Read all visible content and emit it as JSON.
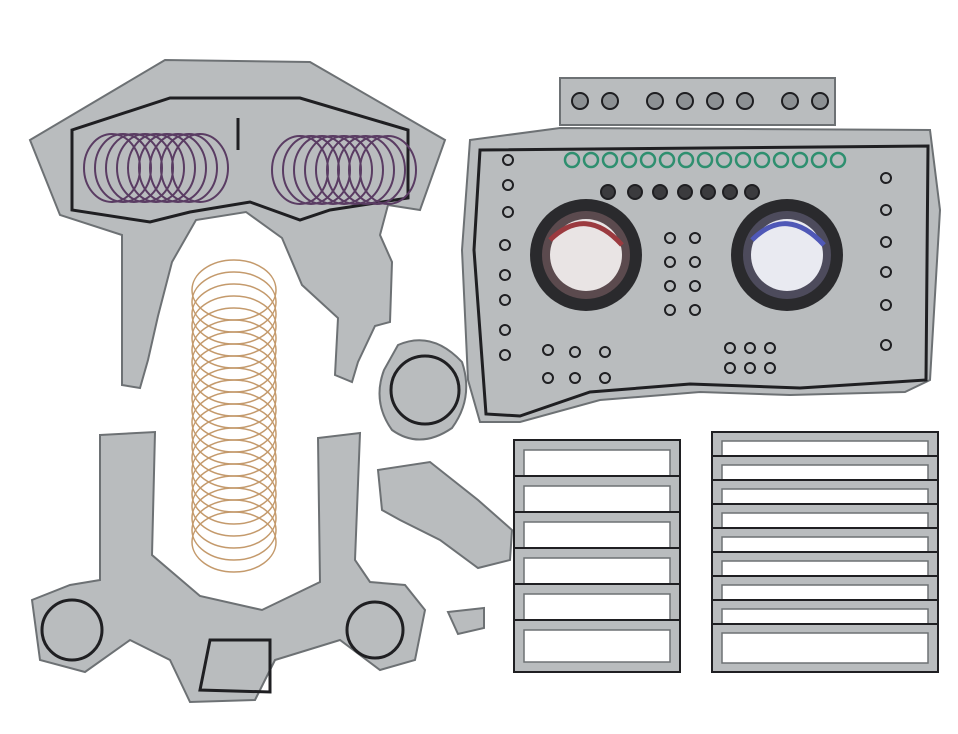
{
  "photo": {
    "colors": {
      "background": "#ffffff",
      "gasket_fill": "#b9bcbe",
      "gasket_edge": "#6d7174",
      "seal_black": "#1f1f22",
      "oring_purple": "#5a3c63",
      "oring_copper": "#c49a6c",
      "oring_green": "#2e8f6f",
      "seal_red": "#9b3a3f",
      "seal_blue": "#4f58b7"
    },
    "counts": {
      "valve_cover_gaskets_left": 6,
      "valve_cover_gaskets_right": 9,
      "copper_rings": 22,
      "purple_rings_each_side": 9,
      "green_orings": 15
    }
  }
}
